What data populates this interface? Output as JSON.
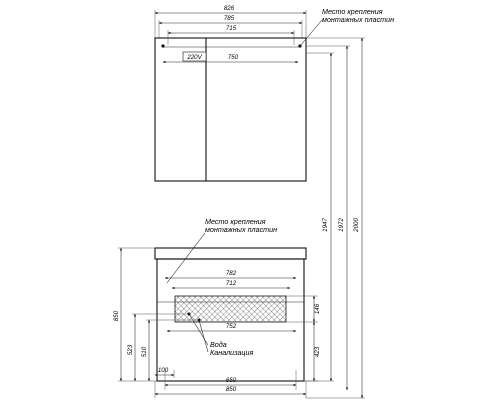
{
  "cabinet": {
    "mount_note_line1": "Место крепления",
    "mount_note_line2": "монтажных пластин",
    "dims": {
      "width_826": "826",
      "width_785": "785",
      "width_715": "715",
      "width_750": "750",
      "voltage": "220V"
    }
  },
  "vanity": {
    "mount_note_line1": "Место крепления",
    "mount_note_line2": "монтажных пластин",
    "water_label": "Вода",
    "sewer_label": "Канализация",
    "dims": {
      "width_782": "782",
      "width_712": "712",
      "width_752": "752",
      "width_650": "650",
      "width_850": "850",
      "left_100": "100",
      "height_850": "850",
      "height_523": "523",
      "height_510": "510",
      "height_146": "146",
      "height_423": "423"
    }
  },
  "vertical_dims": {
    "h_1947": "1947",
    "h_1972": "1972",
    "h_2000": "2000"
  }
}
